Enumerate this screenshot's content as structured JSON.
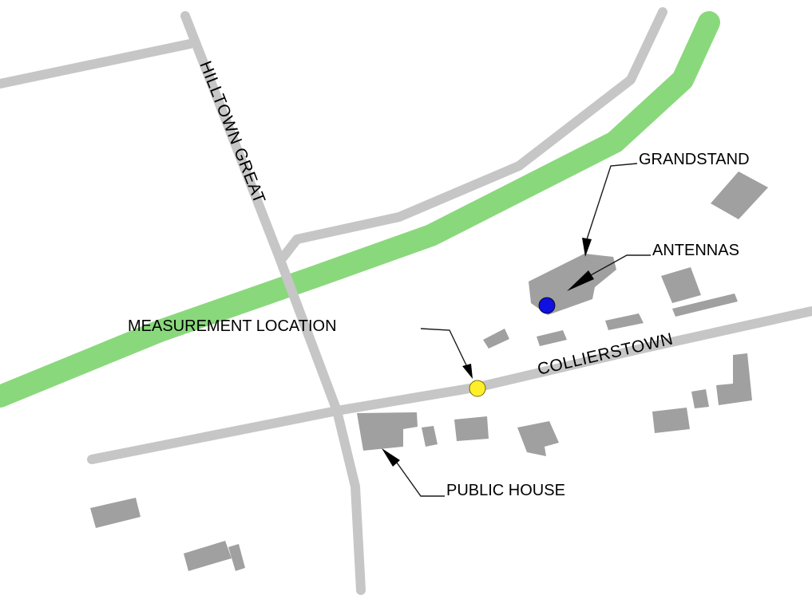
{
  "labels": {
    "grandstand": "GRANDSTAND",
    "antennas": "ANTENNAS",
    "measurement_location": "MEASUREMENT LOCATION",
    "public_house": "PUBLIC HOUSE"
  },
  "streets": {
    "hilltown_great": "HILLTOWN GREAT",
    "collierstown": "COLLIERSTOWN"
  },
  "markers": {
    "antenna_color": "#1010e0",
    "measurement_color": "#ffef2a"
  },
  "colors": {
    "river": "#8ad87c",
    "road": "#c6c6c6",
    "building": "#a0a0a0"
  }
}
